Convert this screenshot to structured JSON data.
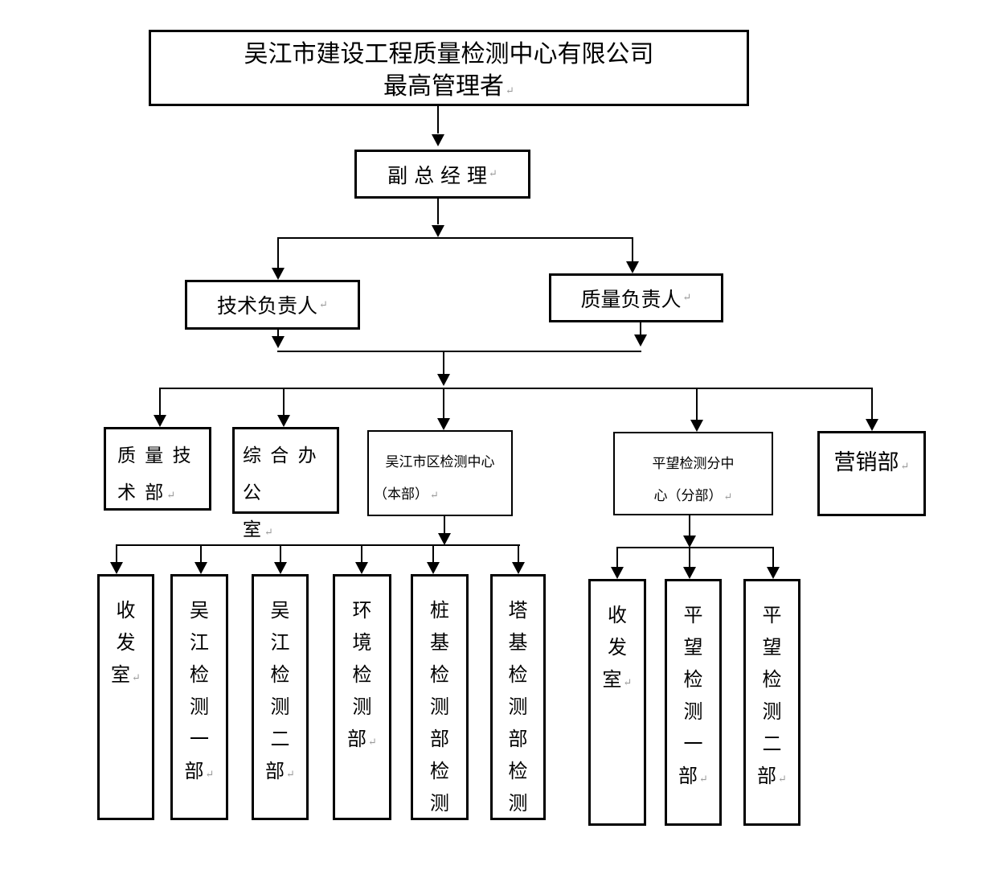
{
  "icons": {
    "paragraph_mark": "↵"
  },
  "org": {
    "root": {
      "line1": "吴江市建设工程质量检测中心有限公司",
      "line2": "最高管理者"
    },
    "deputy_gm": {
      "label": "副 总 经 理"
    },
    "tech_leader": {
      "label": "技术负责人"
    },
    "quality_leader": {
      "label": "质量负责人"
    },
    "quality_tech_dept": {
      "line1": "质 量 技",
      "line2": "术 部"
    },
    "general_office": {
      "line1": "综 合 办 公",
      "line2": "室"
    },
    "wujiang_center": {
      "line1": "吴江市区检测中心",
      "line2": "（本部）"
    },
    "pingwang_center": {
      "line1": "平望检测分中",
      "line2": "心（分部）"
    },
    "marketing_dept": {
      "label": "营销部"
    },
    "wujiang_units": [
      {
        "text": "收发室",
        "mark": true
      },
      {
        "text": "吴江检测一部",
        "mark": true
      },
      {
        "text": "吴江检测二部",
        "mark": true
      },
      {
        "text": "环境检测部",
        "mark": true
      },
      {
        "text": "桩基检测部检测",
        "mark": false
      },
      {
        "text": "塔基检测部检测",
        "mark": false
      }
    ],
    "pingwang_units": [
      {
        "text": "收发室",
        "mark": true
      },
      {
        "text": "平望检测一部",
        "mark": true
      },
      {
        "text": "平望检测二部",
        "mark": true
      }
    ]
  }
}
